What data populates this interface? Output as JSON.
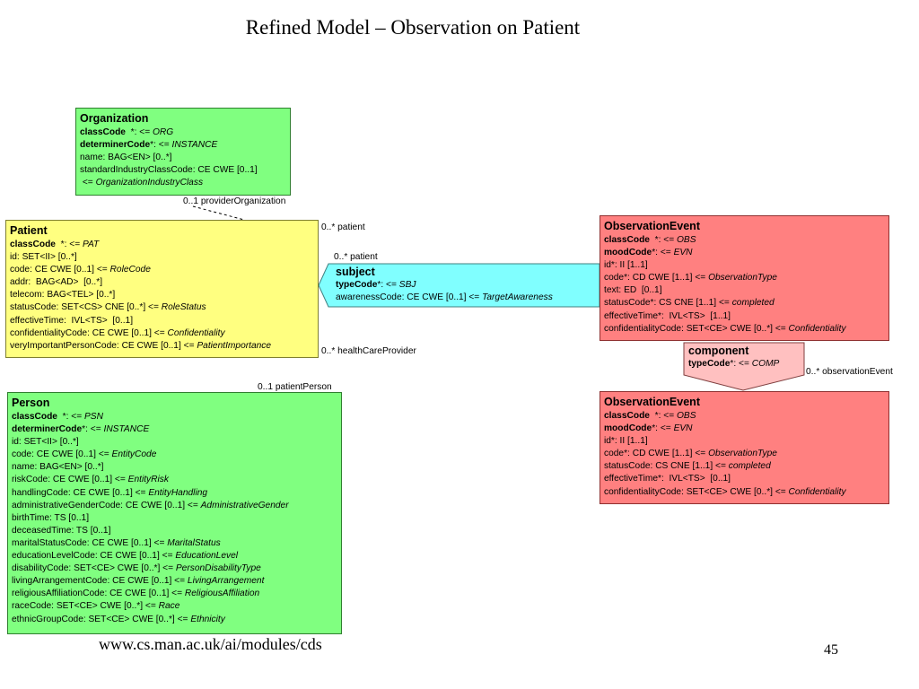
{
  "title": "Refined Model – Observation on Patient",
  "footer_url": "www.cs.man.ac.uk/ai/modules/cds",
  "page_number": "45",
  "colors": {
    "entity": "#80ff80",
    "role": "#ffff80",
    "act": "#ff8080",
    "participation": "#80ffff",
    "act_relationship": "#ffc0c0"
  },
  "organization": {
    "name": "Organization",
    "rows": [
      [
        {
          "t": "classCode",
          "s": "b"
        },
        {
          "t": "  *: <= "
        },
        {
          "t": "ORG",
          "s": "i"
        }
      ],
      [
        {
          "t": "determinerCode",
          "s": "b"
        },
        {
          "t": "*: <= "
        },
        {
          "t": "INSTANCE",
          "s": "i"
        }
      ],
      [
        {
          "t": "name: BAG<EN> [0..*]"
        }
      ],
      [
        {
          "t": "standardIndustryClassCode: CE CWE [0..1]"
        }
      ],
      [
        {
          "t": " <= "
        },
        {
          "t": "OrganizationIndustryClass",
          "s": "i"
        }
      ]
    ]
  },
  "patient": {
    "name": "Patient",
    "rows": [
      [
        {
          "t": "classCode",
          "s": "b"
        },
        {
          "t": "  *: <= "
        },
        {
          "t": "PAT",
          "s": "i"
        }
      ],
      [
        {
          "t": "id: SET<II> [0..*]"
        }
      ],
      [
        {
          "t": "code: CE CWE [0..1] <= "
        },
        {
          "t": "RoleCode",
          "s": "i"
        }
      ],
      [
        {
          "t": "addr:  BAG<AD>  [0..*]"
        }
      ],
      [
        {
          "t": "telecom: BAG<TEL> [0..*]"
        }
      ],
      [
        {
          "t": "statusCode: SET<CS> CNE [0..*] <= "
        },
        {
          "t": "RoleStatus",
          "s": "i"
        }
      ],
      [
        {
          "t": "effectiveTime:  IVL<TS>  [0..1]"
        }
      ],
      [
        {
          "t": "confidentialityCode: CE CWE [0..1] <= "
        },
        {
          "t": "Confidentiality",
          "s": "i"
        }
      ],
      [
        {
          "t": "veryImportantPersonCode: CE CWE [0..1] <= "
        },
        {
          "t": "PatientImportance",
          "s": "i"
        }
      ]
    ]
  },
  "person": {
    "name": "Person",
    "rows": [
      [
        {
          "t": "classCode",
          "s": "b"
        },
        {
          "t": "  *: <= "
        },
        {
          "t": "PSN",
          "s": "i"
        }
      ],
      [
        {
          "t": "determinerCode",
          "s": "b"
        },
        {
          "t": "*: <= "
        },
        {
          "t": "INSTANCE",
          "s": "i"
        }
      ],
      [
        {
          "t": "id: SET<II> [0..*]"
        }
      ],
      [
        {
          "t": "code: CE CWE [0..1] <= "
        },
        {
          "t": "EntityCode",
          "s": "i"
        }
      ],
      [
        {
          "t": "name: BAG<EN> [0..*]"
        }
      ],
      [
        {
          "t": "riskCode: CE CWE [0..1] <= "
        },
        {
          "t": "EntityRisk",
          "s": "i"
        }
      ],
      [
        {
          "t": "handlingCode: CE CWE [0..1] <= "
        },
        {
          "t": "EntityHandling",
          "s": "i"
        }
      ],
      [
        {
          "t": "administrativeGenderCode: CE CWE [0..1] <= "
        },
        {
          "t": "AdministrativeGender",
          "s": "i"
        }
      ],
      [
        {
          "t": "birthTime: TS [0..1]"
        }
      ],
      [
        {
          "t": "deceasedTime: TS [0..1]"
        }
      ],
      [
        {
          "t": "maritalStatusCode: CE CWE [0..1] <= "
        },
        {
          "t": "MaritalStatus",
          "s": "i"
        }
      ],
      [
        {
          "t": "educationLevelCode: CE CWE [0..1] <= "
        },
        {
          "t": "EducationLevel",
          "s": "i"
        }
      ],
      [
        {
          "t": "disabilityCode: SET<CE> CWE [0..*] <= "
        },
        {
          "t": "PersonDisabilityType",
          "s": "i"
        }
      ],
      [
        {
          "t": "livingArrangementCode: CE CWE [0..1] <= "
        },
        {
          "t": "LivingArrangement",
          "s": "i"
        }
      ],
      [
        {
          "t": "religiousAffiliationCode: CE CWE [0..1] <= "
        },
        {
          "t": "ReligiousAffiliation",
          "s": "i"
        }
      ],
      [
        {
          "t": "raceCode: SET<CE> CWE [0..*] <= "
        },
        {
          "t": "Race",
          "s": "i"
        }
      ],
      [
        {
          "t": "ethnicGroupCode: SET<CE> CWE [0..*] <= "
        },
        {
          "t": "Ethnicity",
          "s": "i"
        }
      ]
    ]
  },
  "subject": {
    "name": "subject",
    "rows": [
      [
        {
          "t": "typeCode",
          "s": "b"
        },
        {
          "t": "*: <= "
        },
        {
          "t": "SBJ",
          "s": "i"
        }
      ],
      [
        {
          "t": "awarenessCode: CE CWE [0..1] <= "
        },
        {
          "t": "TargetAwareness",
          "s": "i"
        }
      ]
    ]
  },
  "observation_event_1": {
    "name": "ObservationEvent",
    "rows": [
      [
        {
          "t": "classCode",
          "s": "b"
        },
        {
          "t": "  *: <= "
        },
        {
          "t": "OBS",
          "s": "i"
        }
      ],
      [
        {
          "t": "moodCode",
          "s": "b"
        },
        {
          "t": "*: <= "
        },
        {
          "t": "EVN",
          "s": "i"
        }
      ],
      [
        {
          "t": "id*: II [1..1]"
        }
      ],
      [
        {
          "t": "code*: CD CWE [1..1] <= "
        },
        {
          "t": "ObservationType",
          "s": "i"
        }
      ],
      [
        {
          "t": "text: ED  [0..1]"
        }
      ],
      [
        {
          "t": "statusCode*: CS CNE [1..1] <= "
        },
        {
          "t": "completed",
          "s": "i"
        }
      ],
      [
        {
          "t": "effectiveTime*:  IVL<TS>  [1..1]"
        }
      ],
      [
        {
          "t": "confidentialityCode: SET<CE> CWE [0..*] <= "
        },
        {
          "t": "Confidentiality",
          "s": "i"
        }
      ]
    ]
  },
  "component": {
    "name": "component",
    "rows": [
      [
        {
          "t": "typeCode",
          "s": "b"
        },
        {
          "t": "*: <= "
        },
        {
          "t": "COMP",
          "s": "i"
        }
      ]
    ]
  },
  "observation_event_2": {
    "name": "ObservationEvent",
    "rows": [
      [
        {
          "t": "classCode",
          "s": "b"
        },
        {
          "t": "  *: <= "
        },
        {
          "t": "OBS",
          "s": "i"
        }
      ],
      [
        {
          "t": "moodCode",
          "s": "b"
        },
        {
          "t": "*: <= "
        },
        {
          "t": "EVN",
          "s": "i"
        }
      ],
      [
        {
          "t": "id*: II [1..1]"
        }
      ],
      [
        {
          "t": "code*: CD CWE [1..1] <= "
        },
        {
          "t": "ObservationType",
          "s": "i"
        }
      ],
      [
        {
          "t": "statusCode: CS CNE [1..1] <= "
        },
        {
          "t": "completed",
          "s": "i"
        }
      ],
      [
        {
          "t": "effectiveTime*:  IVL<TS>  [0..1]"
        }
      ],
      [
        {
          "t": "confidentialityCode: SET<CE> CWE [0..*] <= "
        },
        {
          "t": "Confidentiality",
          "s": "i"
        }
      ]
    ]
  },
  "labels": {
    "provider_organization": "0..1   providerOrganization",
    "patient_top": "0..* patient",
    "patient_subject": "0..* patient",
    "health_care_provider": "0..* healthCareProvider",
    "patient_person": "0..1 patientPerson",
    "observation_event": "0..*  observationEvent"
  }
}
